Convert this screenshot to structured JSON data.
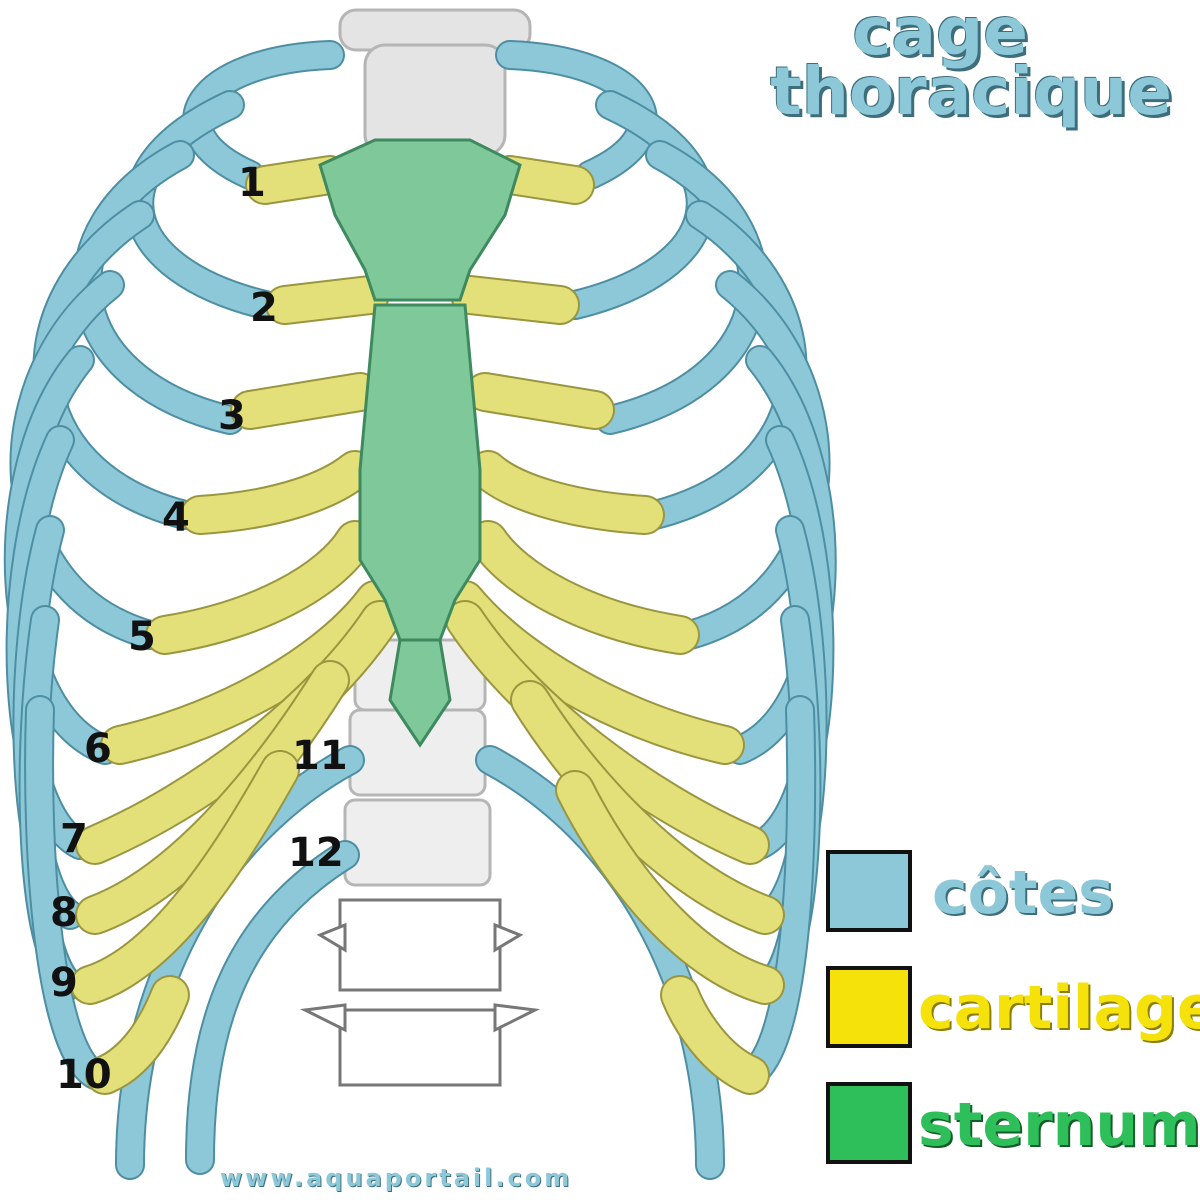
{
  "title": {
    "line1": "cage",
    "line2": "thoracique"
  },
  "rib_numbers": [
    "1",
    "2",
    "3",
    "4",
    "5",
    "6",
    "7",
    "8",
    "9",
    "10",
    "11",
    "12"
  ],
  "legend": [
    {
      "label": "côtes",
      "color": "#8cc8d8",
      "text_color": "#8cc8d8"
    },
    {
      "label": "cartilage",
      "color": "#f5e20a",
      "text_color": "#f5e20a"
    },
    {
      "label": "sternum",
      "color": "#2fbf5a",
      "text_color": "#2fbf5a"
    }
  ],
  "website": "www.aquaportail.com",
  "colors": {
    "rib": "#8cc8d8",
    "rib_dark": "#4e8ea3",
    "cartilage": "#e3e07a",
    "sternum": "#7fc89a",
    "spine": "#e4e4e4"
  }
}
